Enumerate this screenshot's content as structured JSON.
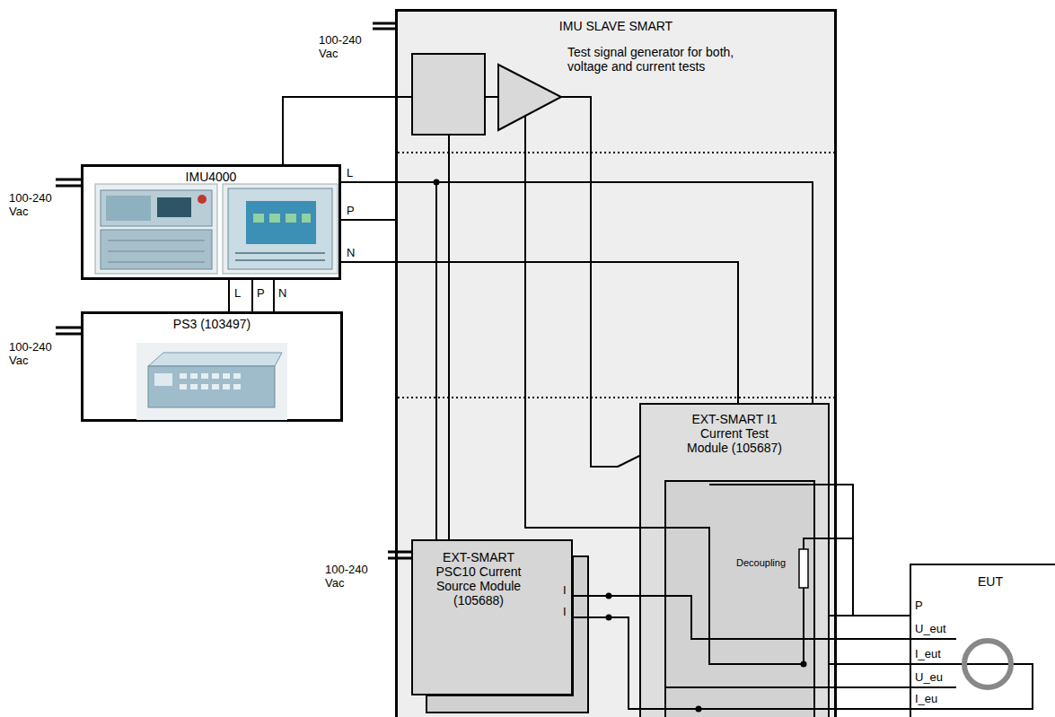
{
  "diagram": {
    "nodes": [
      {
        "text": [
          "IMU SLAVE SMART"
        ]
      },
      {
        "text": [
          "IMU4000"
        ]
      },
      {
        "text": [
          "PS3 (103497)"
        ]
      },
      {
        "text": [
          "EXT-SMART I1 Current Test Module (105687)"
        ],
        "in": 0
      },
      {
        "text": [
          "Decoupling"
        ],
        "in": 3
      },
      {
        "text": [
          "EXT-SMART PSC10 Current Source Module (105688)"
        ],
        "in": 0
      },
      {
        "text": [
          "EUT"
        ]
      }
    ],
    "edges": [
      {
        "from": 1,
        "to": 3,
        "arrow": "none"
      },
      {
        "from": 1,
        "to": 0,
        "arrow": "none"
      },
      {
        "from": 1,
        "to": 3,
        "arrow": "none"
      },
      {
        "from": 1,
        "to": 2,
        "arrow": "none"
      },
      {
        "from": 1,
        "to": 2,
        "arrow": "none"
      },
      {
        "from": 1,
        "to": 2,
        "arrow": "none"
      },
      {
        "from": 1,
        "to": 5,
        "arrow": "none"
      },
      {
        "from": 5,
        "to": 3,
        "arrow": "none"
      },
      {
        "from": 5,
        "to": 3,
        "arrow": "none"
      },
      {
        "from": 3,
        "to": 6,
        "arrow": "none",
        "label": "P"
      },
      {
        "from": 3,
        "to": 6,
        "arrow": "none",
        "label": "U_eut"
      },
      {
        "from": 3,
        "to": 6,
        "arrow": "none",
        "label": "I_eut"
      },
      {
        "from": 3,
        "to": 6,
        "arrow": "none",
        "label": "U_eu"
      },
      {
        "from": 3,
        "to": 6,
        "arrow": "none",
        "label": "I_eu"
      }
    ],
    "labels": [
      "100-240 Vac",
      "Test signal generator for both, voltage and current tests",
      "100-240 Vac",
      "100-240 Vac",
      "100-240 Vac",
      "L",
      "P",
      "N",
      "L",
      "P",
      "N",
      "I",
      "I"
    ]
  }
}
